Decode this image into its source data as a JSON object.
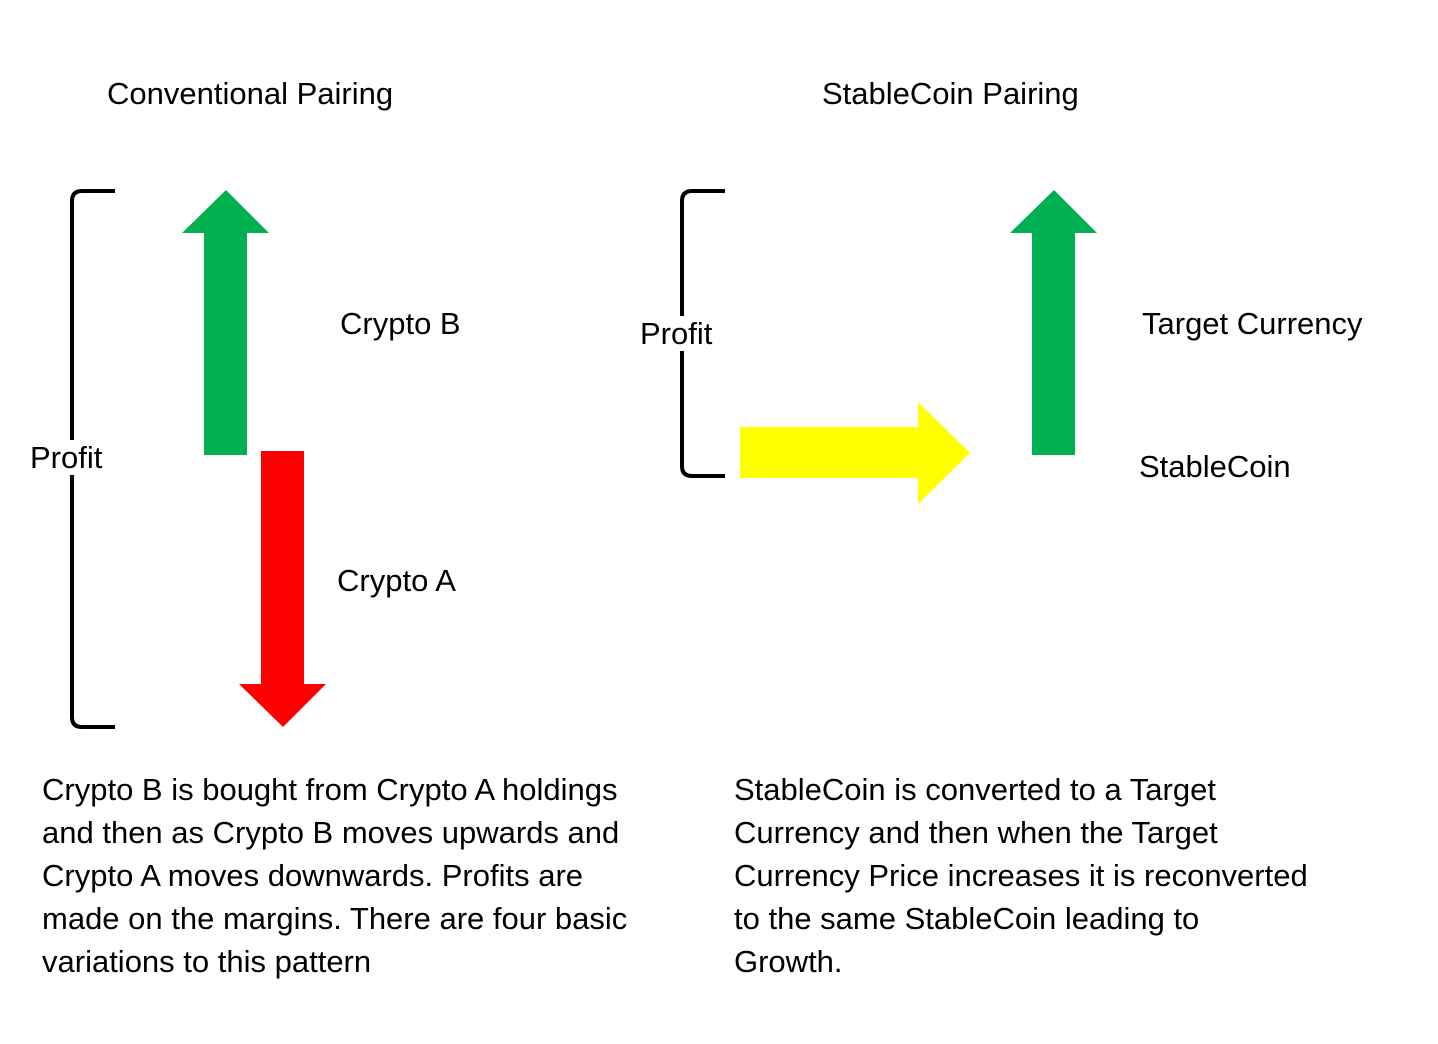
{
  "colors": {
    "up_arrow": "#00b050",
    "down_arrow": "#ff0000",
    "right_arrow": "#ffff00",
    "bracket": "#000000"
  },
  "left": {
    "title": "Conventional Pairing",
    "profit_label": "Profit",
    "upper_label": "Crypto B",
    "lower_label": "Crypto A",
    "description_lines": [
      "Crypto B is bought from Crypto A holdings",
      "and then as Crypto B moves upwards and",
      "Crypto A moves downwards. Profits are",
      "made on the margins. There are four basic",
      "variations to this pattern"
    ]
  },
  "right": {
    "title": "StableCoin Pairing",
    "profit_label": "Profit",
    "upper_label": "Target Currency",
    "lower_label": "StableCoin",
    "description_lines": [
      "StableCoin is converted to a Target",
      "Currency and then when the Target",
      "Currency Price increases it is reconverted",
      "to the same StableCoin leading to",
      "Growth."
    ]
  }
}
